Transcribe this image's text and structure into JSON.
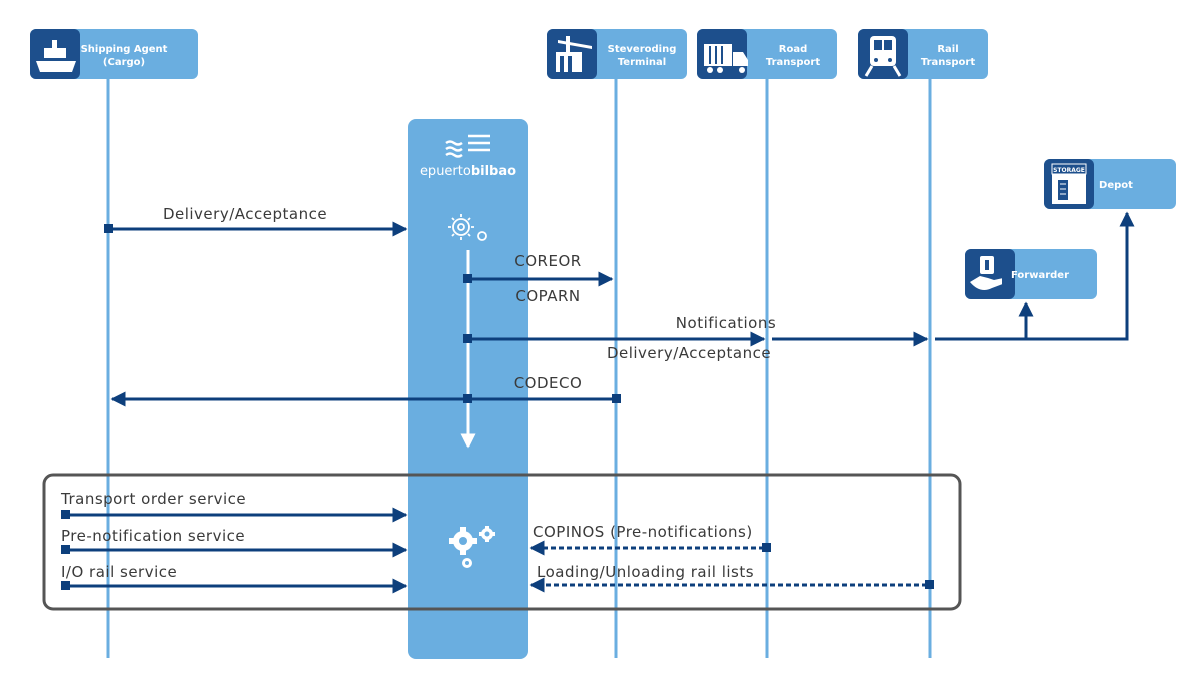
{
  "colors": {
    "actor_box": "#6aaee0",
    "icon_dark": "#1d4f8c",
    "lifeline": "#6aaee0",
    "platform": "#6aaee0",
    "arrow": "#0d3f7c",
    "frame": "#555555",
    "text": "#3a3a3a"
  },
  "actors": {
    "shipping_agent": {
      "line1": "Shipping Agent",
      "line2": "(Cargo)",
      "icon": "ship-icon"
    },
    "steveroding_terminal": {
      "line1": "Steveroding",
      "line2": "Terminal",
      "icon": "terminal-crane-icon"
    },
    "road_transport": {
      "line1": "Road",
      "line2": "Transport",
      "icon": "truck-icon"
    },
    "rail_transport": {
      "line1": "Rail",
      "line2": "Transport",
      "icon": "train-icon"
    },
    "depot": {
      "label": "Depot",
      "icon": "storage-icon",
      "icon_text": "STORAGE"
    },
    "forwarder": {
      "label": "Forwarder",
      "icon": "forwarder-hand-icon"
    }
  },
  "platform": {
    "brand_prefix": "epuerto",
    "brand_suffix": "bilbao",
    "icon": "waves-logo-icon"
  },
  "messages": {
    "delivery_acceptance_1": "Delivery/Acceptance",
    "coreor": "COREOR",
    "coparn": "COPARN",
    "notifications": "Notifications",
    "delivery_acceptance_2": "Delivery/Acceptance",
    "codeco": "CODECO"
  },
  "services": {
    "transport_order": "Transport order service",
    "pre_notification": "Pre-notification service",
    "io_rail": "I/O rail service",
    "copinos": "COPINOS (Pre-notifications)",
    "loading_unloading": "Loading/Unloading rail lists"
  }
}
